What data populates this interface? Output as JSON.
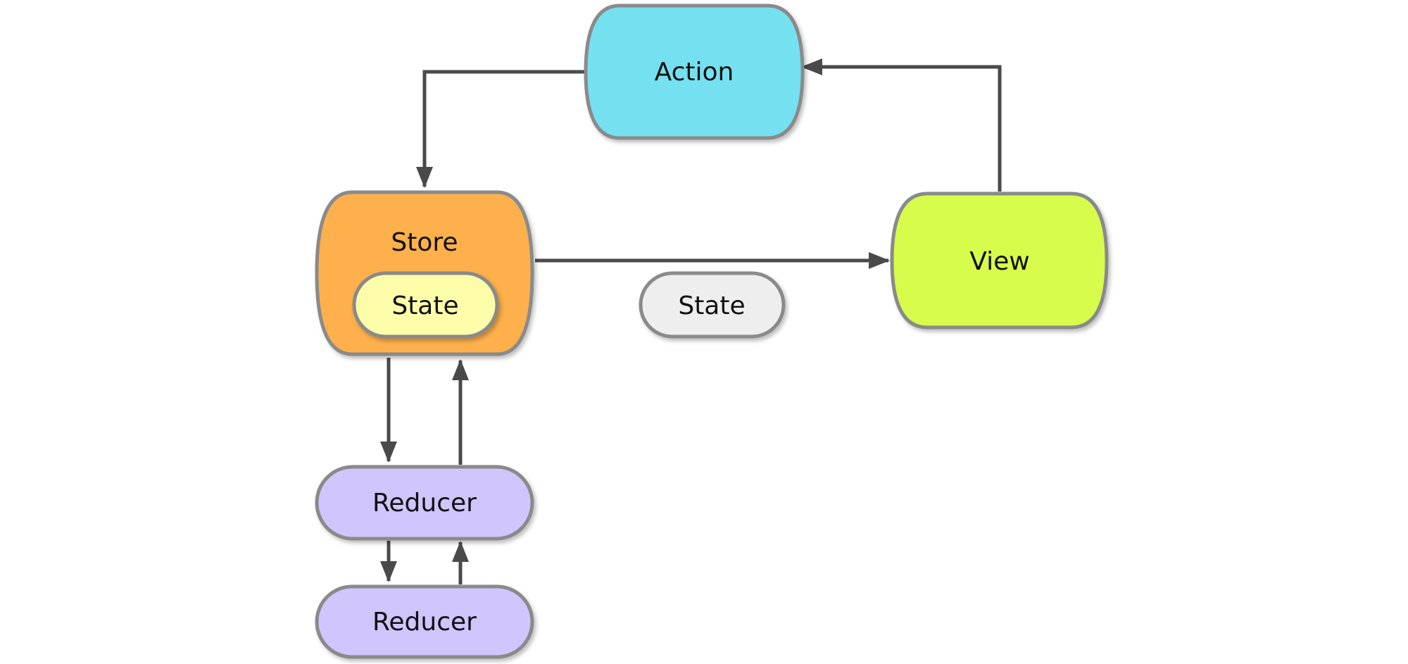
{
  "diagram": {
    "nodes": {
      "action": {
        "label": "Action",
        "fill": "#74e0f0"
      },
      "store": {
        "label": "Store",
        "fill": "#fdb04b"
      },
      "store_state": {
        "label": "State",
        "fill": "#fefeaa"
      },
      "view": {
        "label": "View",
        "fill": "#d8fc4c"
      },
      "passed_state": {
        "label": "State",
        "fill": "#eeeeee"
      },
      "reducer_1": {
        "label": "Reducer",
        "fill": "#d0c5fd"
      },
      "reducer_2": {
        "label": "Reducer",
        "fill": "#d0c5fd"
      }
    },
    "colors": {
      "node_stroke": "#8a8a8a",
      "arrow": "#4a4a4a"
    }
  }
}
